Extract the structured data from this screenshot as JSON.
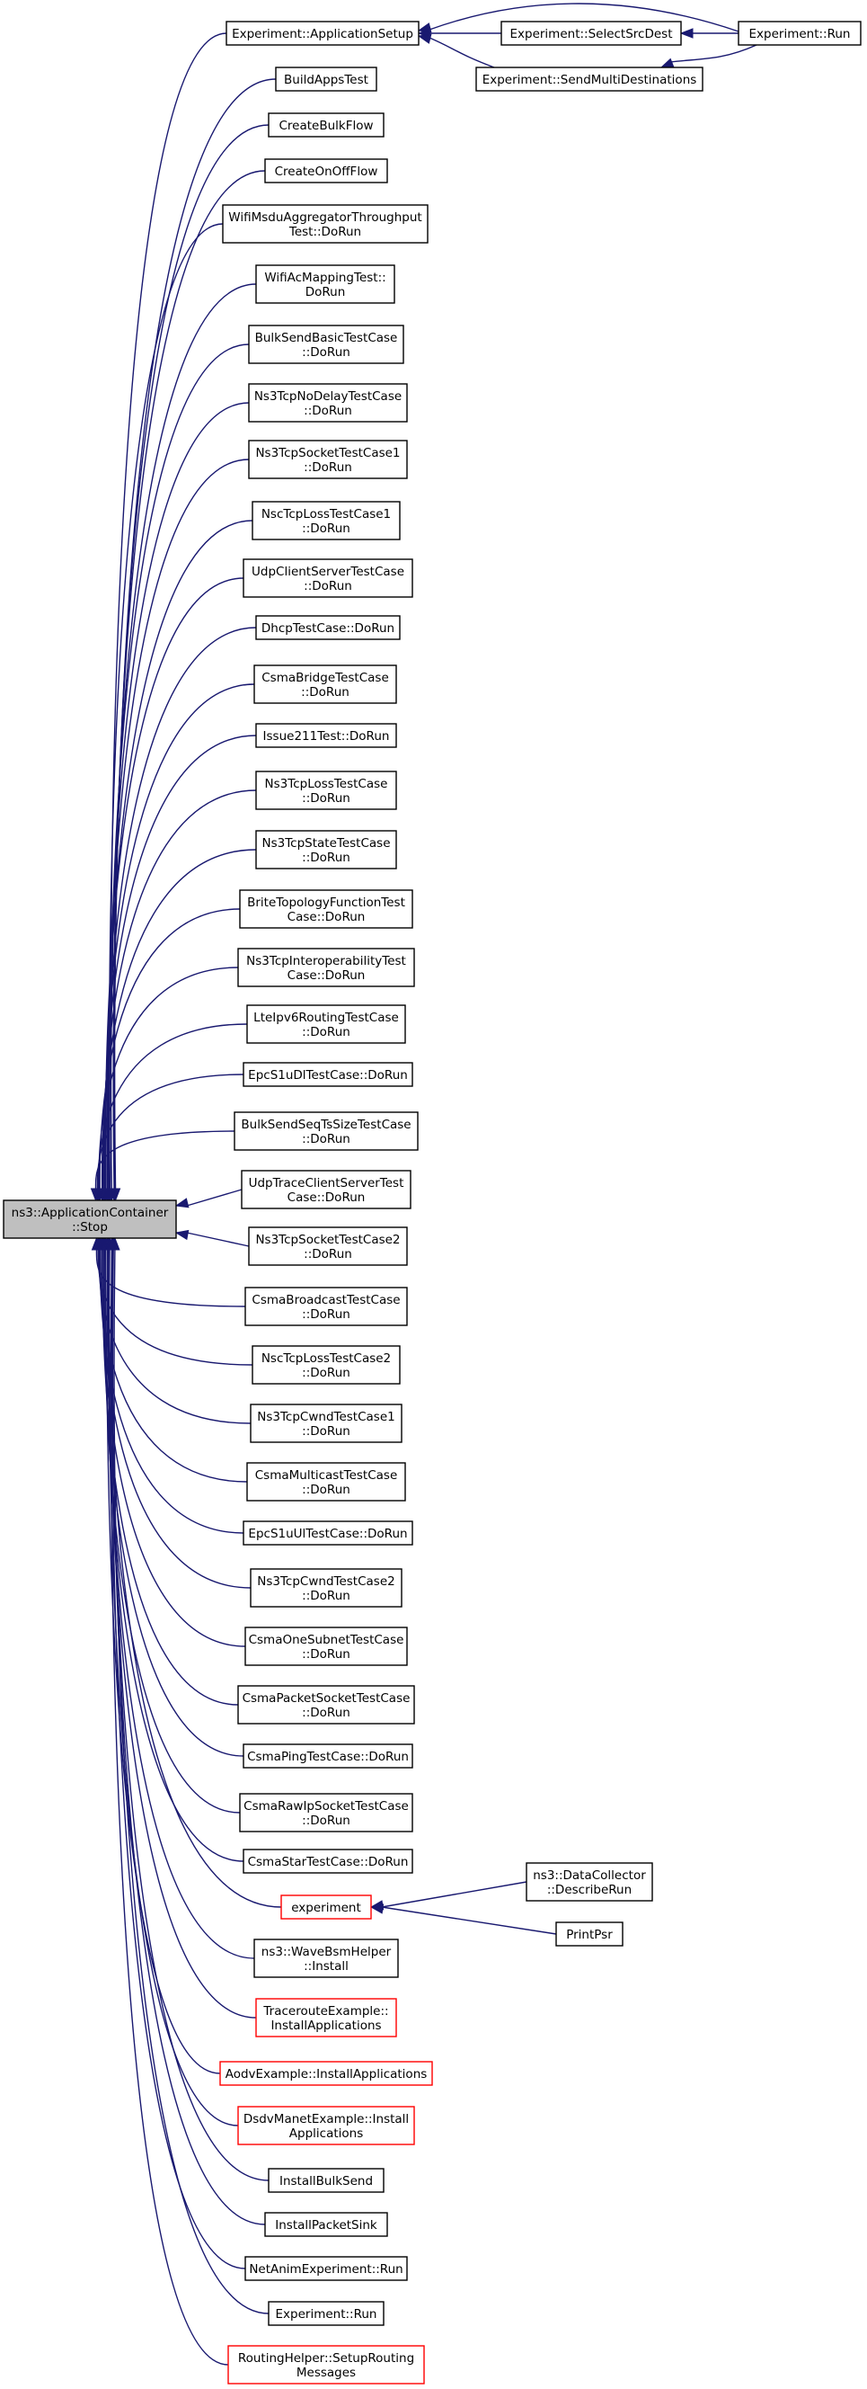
{
  "nodes": [
    {
      "id": "root",
      "lines": [
        "ns3::ApplicationContainer",
        "::Stop"
      ],
      "color": "root",
      "interactable": false
    },
    {
      "id": "appsetup",
      "lines": [
        "Experiment::ApplicationSetup"
      ],
      "color": "black",
      "interactable": true
    },
    {
      "id": "selectsrc",
      "lines": [
        "Experiment::SelectSrcDest"
      ],
      "color": "black",
      "interactable": true
    },
    {
      "id": "exprun1",
      "lines": [
        "Experiment::Run"
      ],
      "color": "black",
      "interactable": true
    },
    {
      "id": "sendmulti",
      "lines": [
        "Experiment::SendMultiDestinations"
      ],
      "color": "black",
      "interactable": true
    },
    {
      "id": "buildapps",
      "lines": [
        "BuildAppsTest"
      ],
      "color": "black",
      "interactable": true
    },
    {
      "id": "createbulk",
      "lines": [
        "CreateBulkFlow"
      ],
      "color": "black",
      "interactable": true
    },
    {
      "id": "createonoff",
      "lines": [
        "CreateOnOffFlow"
      ],
      "color": "black",
      "interactable": true
    },
    {
      "id": "wifimsdu",
      "lines": [
        "WifiMsduAggregatorThroughput",
        "Test::DoRun"
      ],
      "color": "black",
      "interactable": true
    },
    {
      "id": "wifiac",
      "lines": [
        "WifiAcMappingTest::",
        "DoRun"
      ],
      "color": "black",
      "interactable": true
    },
    {
      "id": "bulksendbasic",
      "lines": [
        "BulkSendBasicTestCase",
        "::DoRun"
      ],
      "color": "black",
      "interactable": true
    },
    {
      "id": "ns3tcpnodelay",
      "lines": [
        "Ns3TcpNoDelayTestCase",
        "::DoRun"
      ],
      "color": "black",
      "interactable": true
    },
    {
      "id": "ns3tcpsocket1",
      "lines": [
        "Ns3TcpSocketTestCase1",
        "::DoRun"
      ],
      "color": "black",
      "interactable": true
    },
    {
      "id": "nsctcploss1",
      "lines": [
        "NscTcpLossTestCase1",
        "::DoRun"
      ],
      "color": "black",
      "interactable": true
    },
    {
      "id": "udpclientserver",
      "lines": [
        "UdpClientServerTestCase",
        "::DoRun"
      ],
      "color": "black",
      "interactable": true
    },
    {
      "id": "dhcp",
      "lines": [
        "DhcpTestCase::DoRun"
      ],
      "color": "black",
      "interactable": true
    },
    {
      "id": "csmabridge",
      "lines": [
        "CsmaBridgeTestCase",
        "::DoRun"
      ],
      "color": "black",
      "interactable": true
    },
    {
      "id": "issue211",
      "lines": [
        "Issue211Test::DoRun"
      ],
      "color": "black",
      "interactable": true
    },
    {
      "id": "ns3tcploss",
      "lines": [
        "Ns3TcpLossTestCase",
        "::DoRun"
      ],
      "color": "black",
      "interactable": true
    },
    {
      "id": "ns3tcpstate",
      "lines": [
        "Ns3TcpStateTestCase",
        "::DoRun"
      ],
      "color": "black",
      "interactable": true
    },
    {
      "id": "britetopo",
      "lines": [
        "BriteTopologyFunctionTest",
        "Case::DoRun"
      ],
      "color": "black",
      "interactable": true
    },
    {
      "id": "ns3tcpinterop",
      "lines": [
        "Ns3TcpInteroperabilityTest",
        "Case::DoRun"
      ],
      "color": "black",
      "interactable": true
    },
    {
      "id": "lteipv6",
      "lines": [
        "LteIpv6RoutingTestCase",
        "::DoRun"
      ],
      "color": "black",
      "interactable": true
    },
    {
      "id": "epcs1udl",
      "lines": [
        "EpcS1uDlTestCase::DoRun"
      ],
      "color": "black",
      "interactable": true
    },
    {
      "id": "bulksendseq",
      "lines": [
        "BulkSendSeqTsSizeTestCase",
        "::DoRun"
      ],
      "color": "black",
      "interactable": true
    },
    {
      "id": "udptrace",
      "lines": [
        "UdpTraceClientServerTest",
        "Case::DoRun"
      ],
      "color": "black",
      "interactable": true
    },
    {
      "id": "ns3tcpsocket2",
      "lines": [
        "Ns3TcpSocketTestCase2",
        "::DoRun"
      ],
      "color": "black",
      "interactable": true
    },
    {
      "id": "csmabroadcast",
      "lines": [
        "CsmaBroadcastTestCase",
        "::DoRun"
      ],
      "color": "black",
      "interactable": true
    },
    {
      "id": "nsctcploss2",
      "lines": [
        "NscTcpLossTestCase2",
        "::DoRun"
      ],
      "color": "black",
      "interactable": true
    },
    {
      "id": "ns3tcpcwnd1",
      "lines": [
        "Ns3TcpCwndTestCase1",
        "::DoRun"
      ],
      "color": "black",
      "interactable": true
    },
    {
      "id": "csmamulticast",
      "lines": [
        "CsmaMulticastTestCase",
        "::DoRun"
      ],
      "color": "black",
      "interactable": true
    },
    {
      "id": "epcs1uul",
      "lines": [
        "EpcS1uUlTestCase::DoRun"
      ],
      "color": "black",
      "interactable": true
    },
    {
      "id": "ns3tcpcwnd2",
      "lines": [
        "Ns3TcpCwndTestCase2",
        "::DoRun"
      ],
      "color": "black",
      "interactable": true
    },
    {
      "id": "csmaonesubnet",
      "lines": [
        "CsmaOneSubnetTestCase",
        "::DoRun"
      ],
      "color": "black",
      "interactable": true
    },
    {
      "id": "csmapacketsocket",
      "lines": [
        "CsmaPacketSocketTestCase",
        "::DoRun"
      ],
      "color": "black",
      "interactable": true
    },
    {
      "id": "csmaping",
      "lines": [
        "CsmaPingTestCase::DoRun"
      ],
      "color": "black",
      "interactable": true
    },
    {
      "id": "csmarawip",
      "lines": [
        "CsmaRawIpSocketTestCase",
        "::DoRun"
      ],
      "color": "black",
      "interactable": true
    },
    {
      "id": "csmastar",
      "lines": [
        "CsmaStarTestCase::DoRun"
      ],
      "color": "black",
      "interactable": true
    },
    {
      "id": "experiment",
      "lines": [
        "experiment"
      ],
      "color": "red",
      "interactable": true
    },
    {
      "id": "datacollector",
      "lines": [
        "ns3::DataCollector",
        "::DescribeRun"
      ],
      "color": "black",
      "interactable": true
    },
    {
      "id": "printpsr",
      "lines": [
        "PrintPsr"
      ],
      "color": "black",
      "interactable": true
    },
    {
      "id": "wavebsm",
      "lines": [
        "ns3::WaveBsmHelper",
        "::Install"
      ],
      "color": "black",
      "interactable": true
    },
    {
      "id": "traceroute",
      "lines": [
        "TracerouteExample::",
        "InstallApplications"
      ],
      "color": "red",
      "interactable": true
    },
    {
      "id": "aodv",
      "lines": [
        "AodvExample::InstallApplications"
      ],
      "color": "red",
      "interactable": true
    },
    {
      "id": "dsdv",
      "lines": [
        "DsdvManetExample::Install",
        "Applications"
      ],
      "color": "red",
      "interactable": true
    },
    {
      "id": "installbulksend",
      "lines": [
        "InstallBulkSend"
      ],
      "color": "black",
      "interactable": true
    },
    {
      "id": "installpacketsink",
      "lines": [
        "InstallPacketSink"
      ],
      "color": "black",
      "interactable": true
    },
    {
      "id": "netanim",
      "lines": [
        "NetAnimExperiment::Run"
      ],
      "color": "black",
      "interactable": true
    },
    {
      "id": "exprun2",
      "lines": [
        "Experiment::Run"
      ],
      "color": "black",
      "interactable": true
    },
    {
      "id": "routinghelper",
      "lines": [
        "RoutingHelper::SetupRouting",
        "Messages"
      ],
      "color": "red",
      "interactable": true
    }
  ],
  "edges": [
    {
      "from": "appsetup",
      "to": "root"
    },
    {
      "from": "buildapps",
      "to": "root"
    },
    {
      "from": "createbulk",
      "to": "root"
    },
    {
      "from": "createonoff",
      "to": "root"
    },
    {
      "from": "wifimsdu",
      "to": "root"
    },
    {
      "from": "wifiac",
      "to": "root"
    },
    {
      "from": "bulksendbasic",
      "to": "root"
    },
    {
      "from": "ns3tcpnodelay",
      "to": "root"
    },
    {
      "from": "ns3tcpsocket1",
      "to": "root"
    },
    {
      "from": "nsctcploss1",
      "to": "root"
    },
    {
      "from": "udpclientserver",
      "to": "root"
    },
    {
      "from": "dhcp",
      "to": "root"
    },
    {
      "from": "csmabridge",
      "to": "root"
    },
    {
      "from": "issue211",
      "to": "root"
    },
    {
      "from": "ns3tcploss",
      "to": "root"
    },
    {
      "from": "ns3tcpstate",
      "to": "root"
    },
    {
      "from": "britetopo",
      "to": "root"
    },
    {
      "from": "ns3tcpinterop",
      "to": "root"
    },
    {
      "from": "lteipv6",
      "to": "root"
    },
    {
      "from": "epcs1udl",
      "to": "root"
    },
    {
      "from": "bulksendseq",
      "to": "root"
    },
    {
      "from": "udptrace",
      "to": "root"
    },
    {
      "from": "ns3tcpsocket2",
      "to": "root"
    },
    {
      "from": "csmabroadcast",
      "to": "root"
    },
    {
      "from": "nsctcploss2",
      "to": "root"
    },
    {
      "from": "ns3tcpcwnd1",
      "to": "root"
    },
    {
      "from": "csmamulticast",
      "to": "root"
    },
    {
      "from": "epcs1uul",
      "to": "root"
    },
    {
      "from": "ns3tcpcwnd2",
      "to": "root"
    },
    {
      "from": "csmaonesubnet",
      "to": "root"
    },
    {
      "from": "csmapacketsocket",
      "to": "root"
    },
    {
      "from": "csmaping",
      "to": "root"
    },
    {
      "from": "csmarawip",
      "to": "root"
    },
    {
      "from": "csmastar",
      "to": "root"
    },
    {
      "from": "experiment",
      "to": "root"
    },
    {
      "from": "wavebsm",
      "to": "root"
    },
    {
      "from": "traceroute",
      "to": "root"
    },
    {
      "from": "aodv",
      "to": "root"
    },
    {
      "from": "dsdv",
      "to": "root"
    },
    {
      "from": "installbulksend",
      "to": "root"
    },
    {
      "from": "installpacketsink",
      "to": "root"
    },
    {
      "from": "netanim",
      "to": "root"
    },
    {
      "from": "exprun2",
      "to": "root"
    },
    {
      "from": "routinghelper",
      "to": "root"
    },
    {
      "from": "selectsrc",
      "to": "appsetup"
    },
    {
      "from": "exprun1",
      "to": "appsetup"
    },
    {
      "from": "sendmulti",
      "to": "appsetup"
    },
    {
      "from": "exprun1",
      "to": "selectsrc"
    },
    {
      "from": "exprun1",
      "to": "sendmulti"
    },
    {
      "from": "datacollector",
      "to": "experiment"
    },
    {
      "from": "printpsr",
      "to": "experiment"
    }
  ],
  "colors": {
    "edge": "#191970",
    "red_border": "#ff0000",
    "root_fill": "#bfbfbf"
  }
}
